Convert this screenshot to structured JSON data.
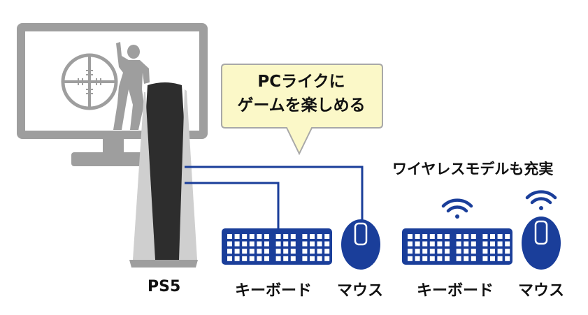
{
  "bubble": {
    "line1": "PCライクに",
    "line2": "ゲームを楽しめる"
  },
  "wireless_heading": "ワイヤレスモデルも充実",
  "labels": {
    "ps5": "PS5",
    "keyboard_wired": "キーボード",
    "mouse_wired": "マウス",
    "keyboard_wireless": "キーボード",
    "mouse_wireless": "マウス"
  },
  "colors": {
    "device_blue": "#1a3e9a",
    "monitor_gray": "#9e9e9e",
    "bubble_fill": "#fbf8c8",
    "bubble_stroke": "#a8a8a8"
  }
}
